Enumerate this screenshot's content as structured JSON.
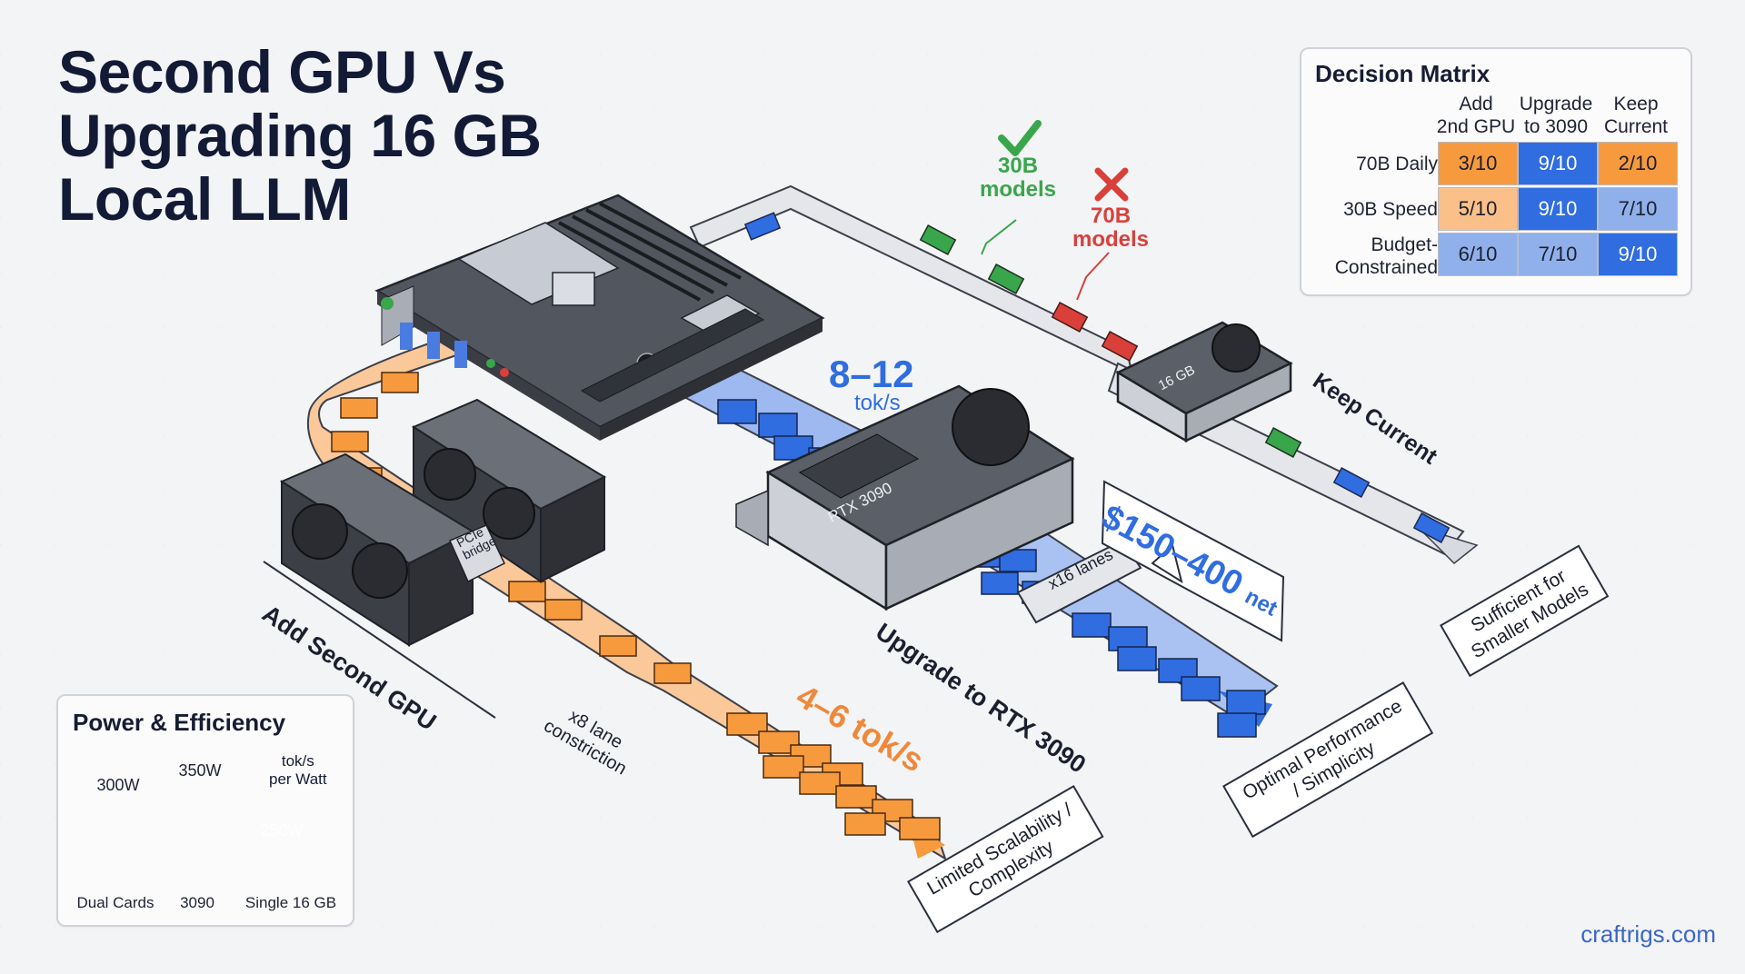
{
  "title": [
    "Second GPU Vs",
    "Upgrading 16 GB",
    "Local LLM"
  ],
  "matrix": {
    "title": "Decision Matrix",
    "columns": [
      [
        "Add",
        "2nd GPU"
      ],
      [
        "Upgrade",
        "to 3090"
      ],
      [
        "Keep",
        "Current"
      ]
    ],
    "rows": [
      {
        "label": [
          "70B Daily"
        ],
        "cells": [
          "3/10",
          "9/10",
          "2/10"
        ],
        "colors": [
          "#f79a3e",
          "#2f6de0",
          "#f79a3e"
        ]
      },
      {
        "label": [
          "30B Speed"
        ],
        "cells": [
          "5/10",
          "9/10",
          "7/10"
        ],
        "colors": [
          "#fbc089",
          "#2f6de0",
          "#8fb0ea"
        ]
      },
      {
        "label": [
          "Budget-",
          "Constrained"
        ],
        "cells": [
          "6/10",
          "7/10",
          "9/10"
        ],
        "colors": [
          "#8fb0ea",
          "#8fb0ea",
          "#2f6de0"
        ]
      }
    ]
  },
  "power": {
    "title": "Power & Efficiency",
    "bars": [
      {
        "label": "300W",
        "category": "Dual Cards",
        "value": 300,
        "color": "#f79a3e"
      },
      {
        "label": "350W",
        "category": "3090",
        "value": 350,
        "color": "#f79a3e"
      },
      {
        "label": "250W",
        "category": "Single 16 GB",
        "value": 250,
        "color": "#2f6de0"
      }
    ],
    "trend_label": [
      "tok/s",
      "per Watt"
    ]
  },
  "paths": {
    "second_gpu": {
      "name": "Add Second GPU",
      "speed": "4–6 tok/s",
      "note": [
        "x8 lane",
        "constriction"
      ],
      "bridge": [
        "PCIe",
        "bridge"
      ],
      "outcome": [
        "Limited Scalability /",
        "Complexity"
      ],
      "color": "#f79a3e"
    },
    "upgrade": {
      "name": "Upgrade to RTX 3090",
      "speed_value": "8–12",
      "speed_unit": "tok/s",
      "cost": "$150–400",
      "cost_suffix": "net",
      "lanes": "x16 lanes",
      "card": "RTX 3090",
      "outcome": [
        "Optimal Performance",
        "/ Simplicity"
      ],
      "color": "#2f6de0"
    },
    "keep": {
      "name": "Keep Current",
      "card": "16 GB",
      "outcome": [
        "Sufficient for",
        "Smaller Models"
      ],
      "ok": [
        "30B",
        "models"
      ],
      "no": [
        "70B",
        "models"
      ],
      "ok_color": "#3aa64b",
      "no_color": "#d9403a"
    }
  },
  "brand": "craftrigs.com"
}
